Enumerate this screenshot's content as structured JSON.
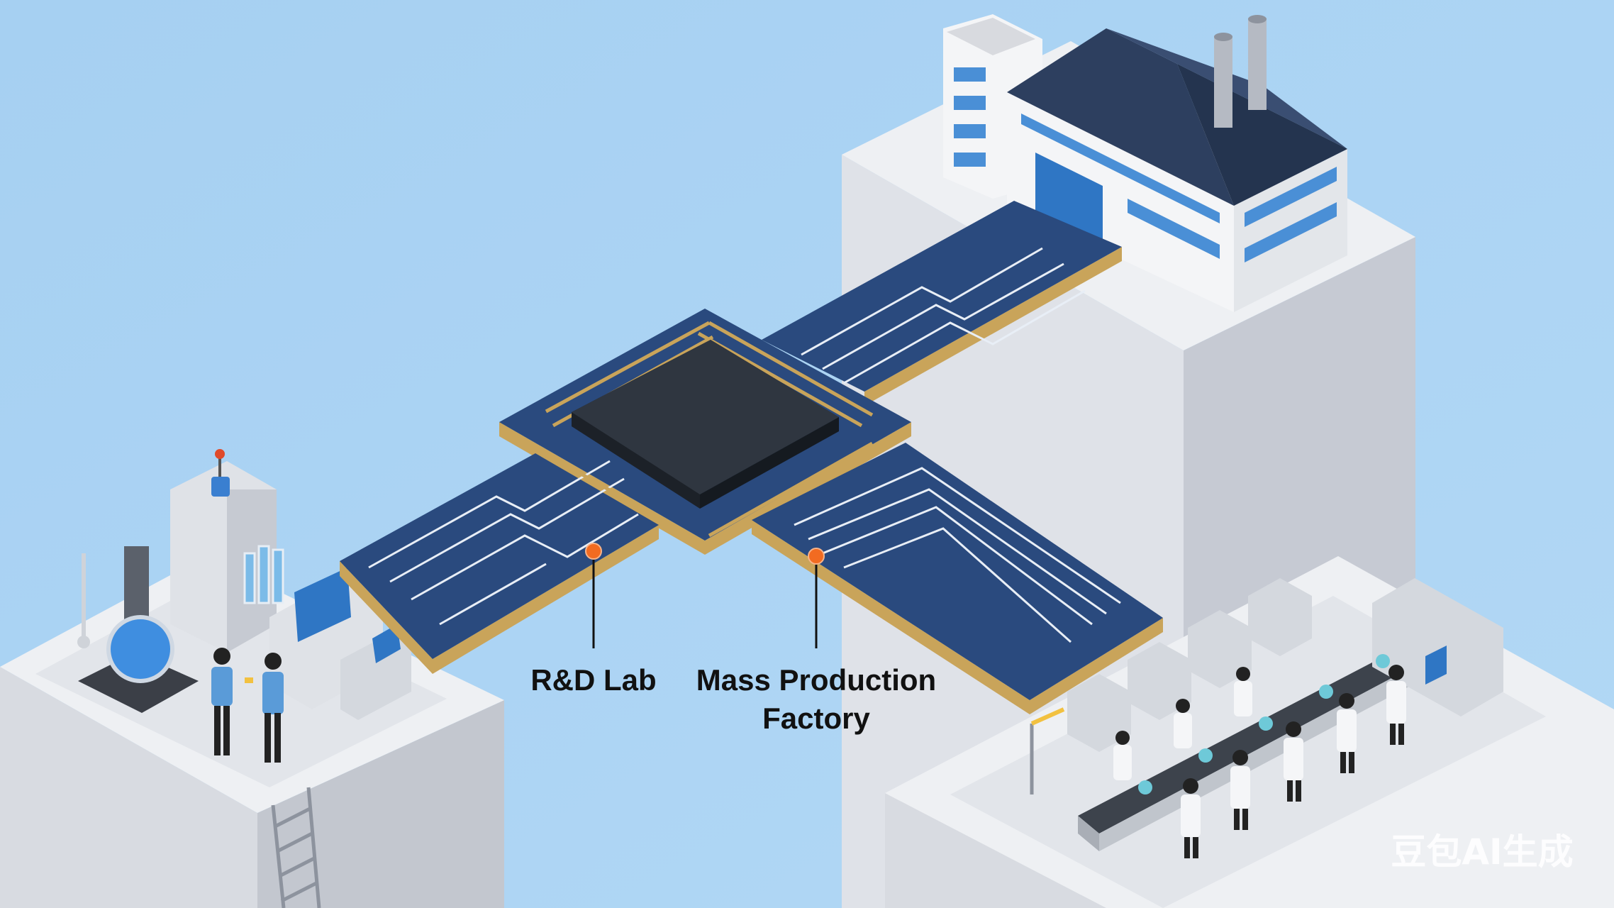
{
  "labels": {
    "rd_lab": "R&D Lab",
    "factory_line1": "Mass Production",
    "factory_line2": "Factory"
  },
  "watermark": "豆包AI生成",
  "colors": {
    "sky": "#a9d2f3",
    "pcb": "#2a4a7e",
    "chip": "#2f3640",
    "gold": "#c9a45a",
    "marker": "#f26b21",
    "roof": "#2d3f5f"
  }
}
